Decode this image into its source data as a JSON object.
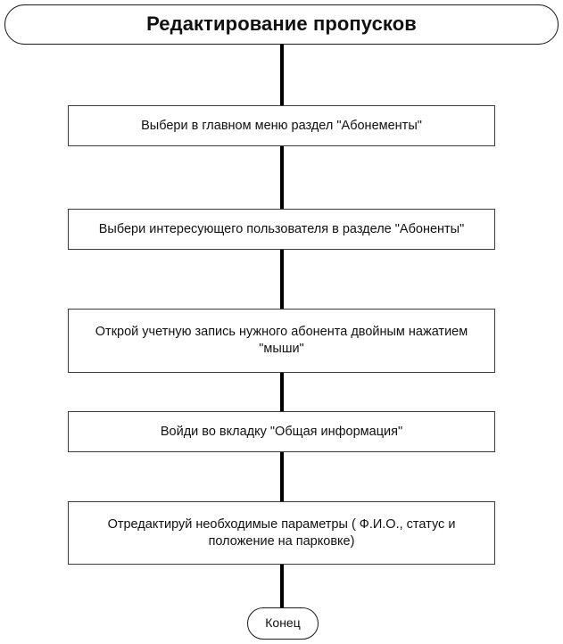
{
  "diagram": {
    "type": "flowchart",
    "orientation": "vertical",
    "title": "Редактирование пропусков",
    "colors": {
      "background": "#ffffff",
      "node_fill": "#ffffff",
      "process_border": "#3a3a3a",
      "terminator_border": "#1b1b1b",
      "connector": "#000000",
      "text": "#111111"
    },
    "nodes": [
      {
        "id": "start",
        "shape": "terminator",
        "label": "Редактирование пропусков"
      },
      {
        "id": "step1",
        "shape": "process",
        "label": "Выбери в главном меню раздел \"Абонементы\""
      },
      {
        "id": "step2",
        "shape": "process",
        "label": "Выбери интересующего пользователя в разделе \"Абоненты\""
      },
      {
        "id": "step3",
        "shape": "process",
        "label": "Открой учетную запись нужного абонента двойным нажатием \"мыши\""
      },
      {
        "id": "step4",
        "shape": "process",
        "label": "Войди во вкладку \"Общая информация\""
      },
      {
        "id": "step5",
        "shape": "process",
        "label": "Отредактируй необходимые параметры ( Ф.И.О., статус и положение на парковке)"
      },
      {
        "id": "end",
        "shape": "terminator",
        "label": "Конец"
      }
    ],
    "edges": [
      {
        "from": "start",
        "to": "step1",
        "label": ""
      },
      {
        "from": "step1",
        "to": "step2",
        "label": ""
      },
      {
        "from": "step2",
        "to": "step3",
        "label": ""
      },
      {
        "from": "step3",
        "to": "step4",
        "label": ""
      },
      {
        "from": "step4",
        "to": "step5",
        "label": ""
      },
      {
        "from": "step5",
        "to": "end",
        "label": ""
      }
    ]
  }
}
